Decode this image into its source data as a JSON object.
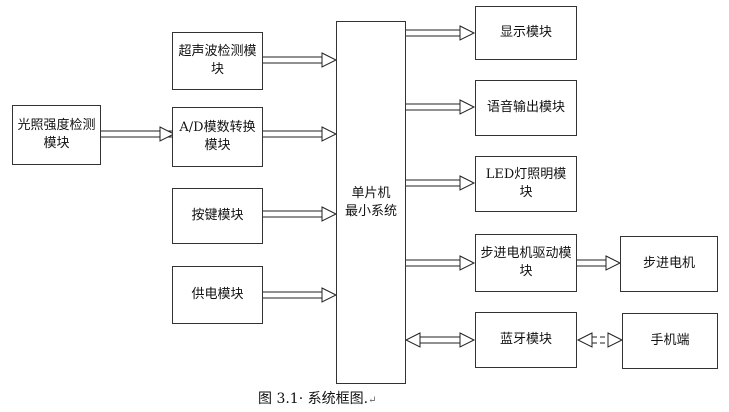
{
  "blocks": {
    "light_sensor": "光照强度检测模块",
    "ultrasonic": "超声波检测模块",
    "ad_converter": "A/D模数转换模块",
    "keys": "按键模块",
    "power": "供电模块",
    "mcu": "单片机\n最小系统",
    "display": "显示模块",
    "voice": "语音输出模块",
    "led": "LED灯照明模块",
    "motor_driver": "步进电机驱动模块",
    "bluetooth": "蓝牙模块",
    "stepper_motor": "步进电机",
    "phone": "手机端"
  },
  "caption": "图 3.1· 系统框图.",
  "caption_mark": "↵"
}
